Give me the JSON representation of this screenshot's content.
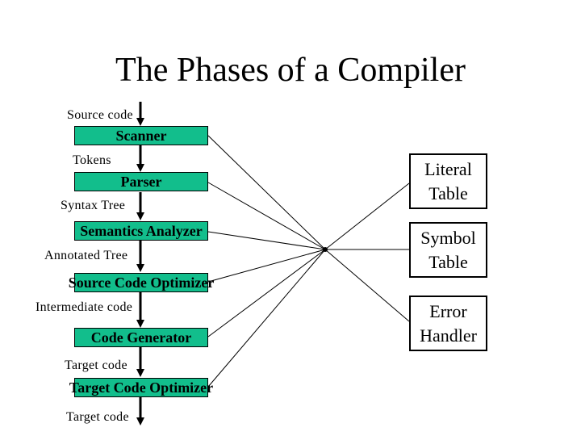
{
  "slide": {
    "title": "The Phases of a Compiler"
  },
  "pipeline": {
    "stages": [
      {
        "label": "Scanner"
      },
      {
        "label": "Parser"
      },
      {
        "label": "Semantics Analyzer"
      },
      {
        "label": "Source Code Optimizer"
      },
      {
        "label": "Code Generator"
      },
      {
        "label": "Target Code Optimizer"
      }
    ],
    "artifacts": [
      {
        "label": "Source code"
      },
      {
        "label": "Tokens"
      },
      {
        "label": "Syntax Tree"
      },
      {
        "label": "Annotated Tree"
      },
      {
        "label": "Intermediate code"
      },
      {
        "label": "Target code"
      },
      {
        "label": "Target code"
      }
    ]
  },
  "side_tables": [
    {
      "label": "Literal Table"
    },
    {
      "label": "Symbol Table"
    },
    {
      "label": "Error Handler"
    }
  ],
  "colors": {
    "stage_fill": "#12be8c",
    "line": "#000000",
    "background": "#ffffff"
  }
}
